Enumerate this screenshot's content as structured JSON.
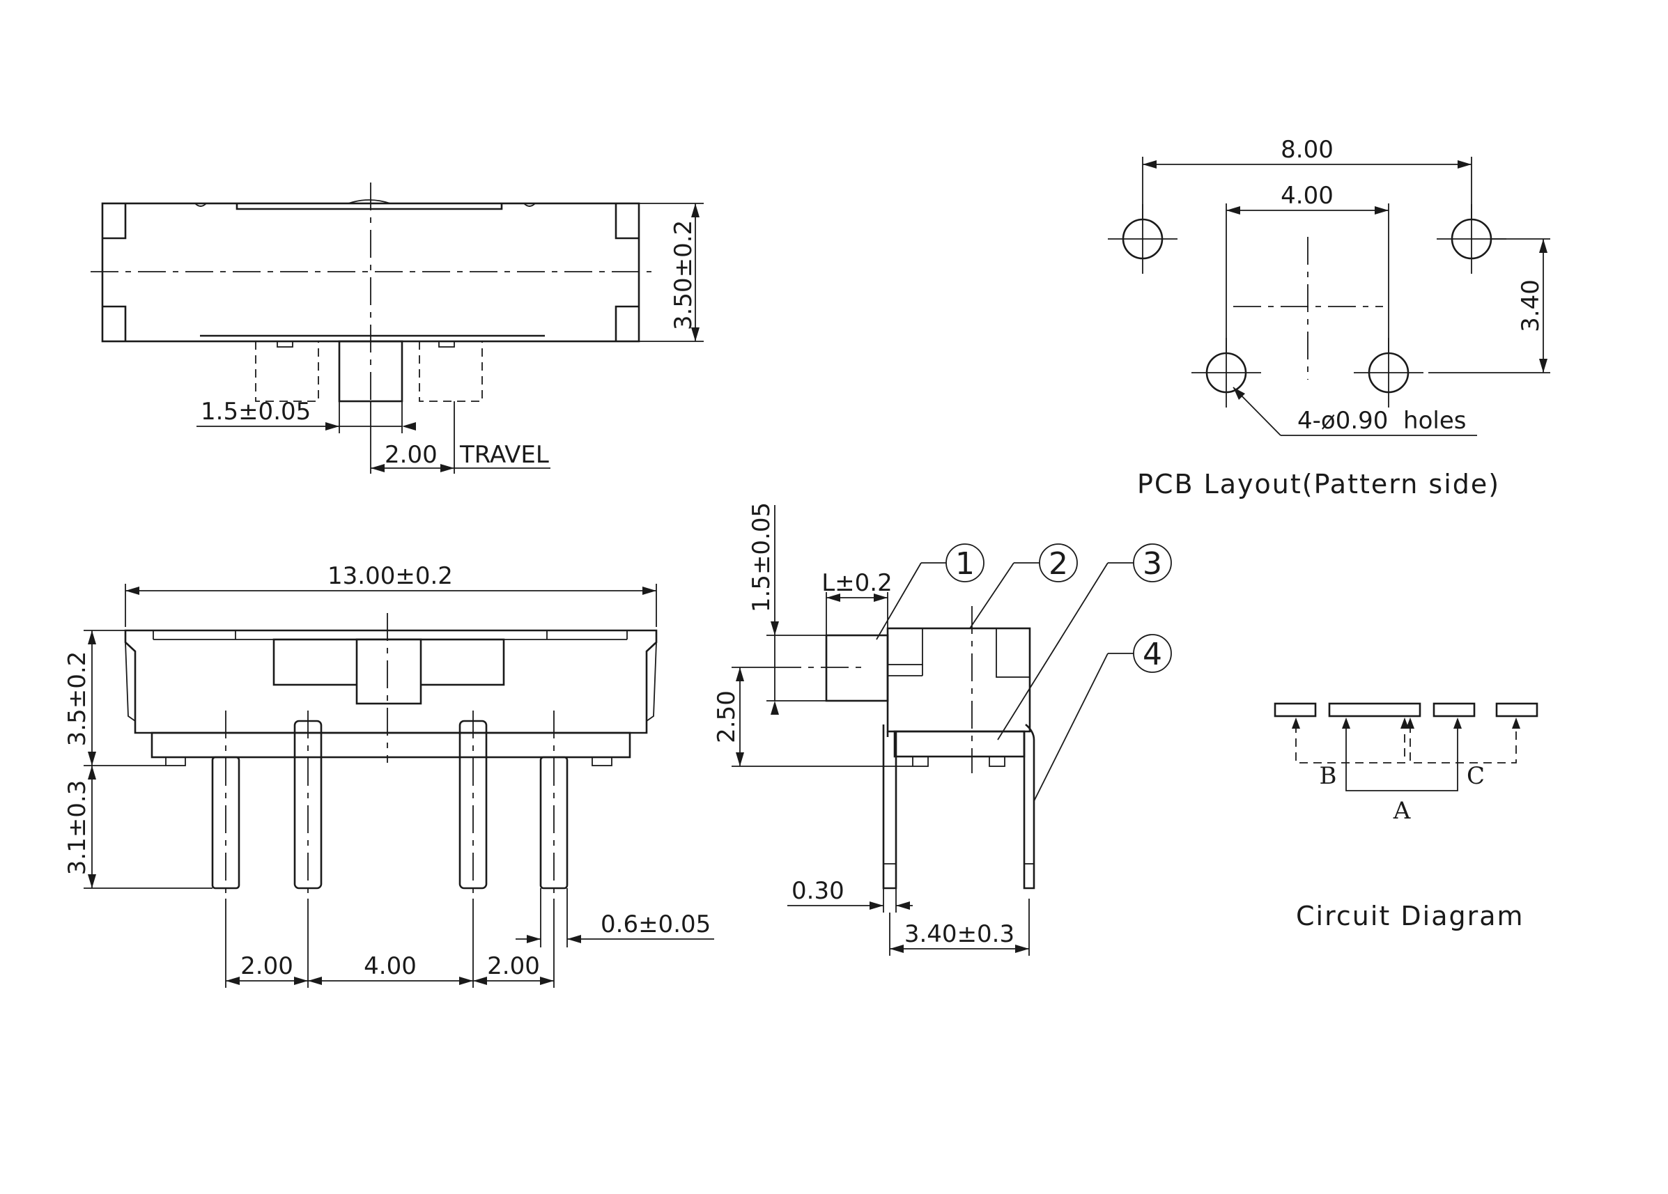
{
  "top_view": {
    "dim_height": "3.50±0.2",
    "dim_knob": "1.5±0.05",
    "dim_travel": "2.00",
    "travel_label": "TRAVEL"
  },
  "front_view": {
    "dim_length": "13.00±0.2",
    "dim_body_height": "3.5±0.2",
    "dim_pin_length": "3.1±0.3",
    "dim_pin_width": "0.6±0.05",
    "pitch_1": "2.00",
    "pitch_2": "4.00",
    "pitch_3": "2.00"
  },
  "side_view": {
    "dim_knob_height": "1.5±0.05",
    "dim_knob_length": "L±0.2",
    "dim_height": "2.50",
    "dim_pin_thickness": "0.30",
    "dim_pin_span": "3.40±0.3",
    "callouts": [
      "1",
      "2",
      "3",
      "4"
    ]
  },
  "pcb_layout": {
    "dim_outer": "8.00",
    "dim_inner": "4.00",
    "dim_row": "3.40",
    "holes_label": "4-ø0.90  holes",
    "caption": "PCB Layout(Pattern side)"
  },
  "circuit": {
    "label_b": "B",
    "label_c": "C",
    "label_a": "A",
    "caption": "Circuit Diagram"
  }
}
